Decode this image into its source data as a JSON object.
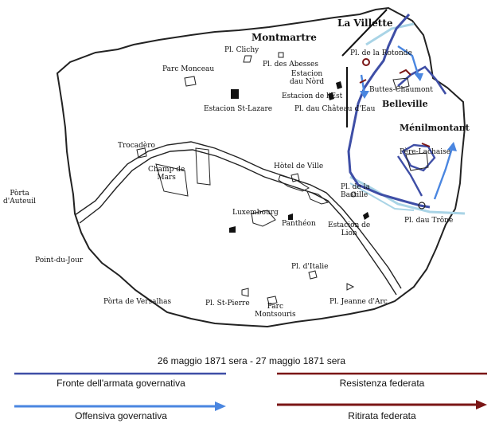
{
  "colors": {
    "front": "#3e4ea6",
    "offensive": "#4a86e0",
    "resistance": "#7a1616",
    "retreat": "#7a1616",
    "outline": "#222222",
    "light_blue": "#a9d4e6"
  },
  "labels": {
    "la_villette": "La Villette",
    "montmartre": "Montmartre",
    "belleville": "Belleville",
    "menilmontant": "Ménilmontant",
    "pl_clichy": "Pl. Clichy",
    "pl_abesses": "Pl. des Abesses",
    "pl_rotonde": "Pl. de la Rotonde",
    "parc_monceau": "Parc Monceau",
    "estacion_nord_1": "Estacion",
    "estacion_nord_2": "dau Nòrd",
    "buttes_chaumont": "Buttes-Chaumont",
    "estacion_est": "Estacion de l'Est",
    "estacion_st_lazare": "Estacion St-Lazare",
    "pl_chateau_eau": "Pl. dau Château d'Eau",
    "pere_lachaise": "Père-Lachaise",
    "trocadero": "Trocadèro",
    "champ_de_mars_1": "Champ de",
    "champ_de_mars_2": "Mars",
    "hotel_de_ville": "Hòtel de Ville",
    "pl_bastille_1": "Pl. de la",
    "pl_bastille_2": "Bastille",
    "porta_auteuil_1": "Pòrta",
    "porta_auteuil_2": "d'Auteuil",
    "luxembourg": "Luxembourg",
    "pantheon": "Panthéon",
    "estacion_lion_1": "Estacion de",
    "estacion_lion_2": "Lion",
    "pl_trone": "Pl. dau Trône",
    "point_du_jour": "Point-du-Jour",
    "pl_italie": "Pl. d'Italie",
    "porta_versalhas": "Pòrta de Versalhas",
    "pl_st_pierre": "Pl. St-Pierre",
    "parc_montsouris_1": "Parc",
    "parc_montsouris_2": "Montsouris",
    "pl_jeanne_arc": "Pl. Jeanne d'Arc"
  },
  "legend": {
    "title": "26 maggio 1871 sera - 27 maggio 1871 sera",
    "front": "Fronte dell'armata governativa",
    "resistance": "Resistenza federata",
    "offensive": "Offensiva governativa",
    "retreat": "Ritirata federata"
  }
}
